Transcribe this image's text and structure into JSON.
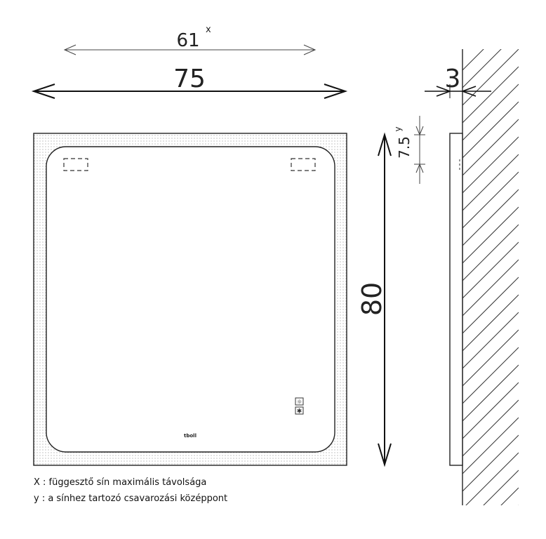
{
  "dimensions": {
    "rail_width": "61",
    "rail_width_note": "x",
    "total_width": "75",
    "height": "80",
    "depth": "3",
    "screw_offset": "7.5",
    "screw_offset_note": "y"
  },
  "product": {
    "logo_text": "tboll"
  },
  "notes": {
    "x": "X : függesztő sín maximális távolsága",
    "y": "y : a sínhez tartozó csavarozási középpont"
  },
  "colors": {
    "line": "#222222",
    "frame_dots": "#9a9a9a"
  }
}
